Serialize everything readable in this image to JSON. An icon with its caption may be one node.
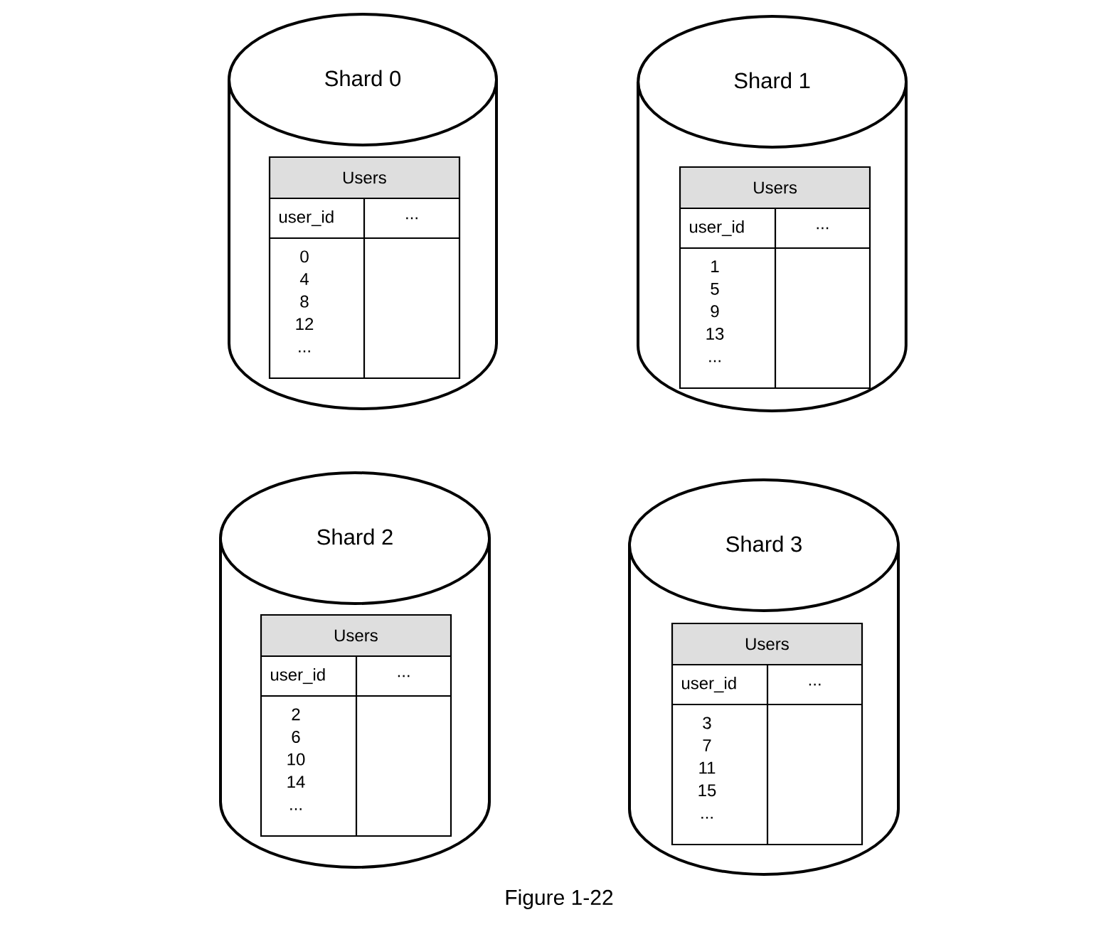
{
  "diagram": {
    "caption": "Figure 1-22",
    "nodes": [
      {
        "text": [
          "Shard 0"
        ]
      },
      {
        "text": [
          "Users",
          "user_id",
          "...",
          "0 4 8 12 ..."
        ],
        "in": 0
      },
      {
        "text": [
          "Shard 1"
        ]
      },
      {
        "text": [
          "Users",
          "user_id",
          "...",
          "1 5 9 13 ..."
        ],
        "in": 2
      },
      {
        "text": [
          "Shard 2"
        ]
      },
      {
        "text": [
          "Users",
          "user_id",
          "...",
          "2 6 10 14 ..."
        ],
        "in": 4
      },
      {
        "text": [
          "Shard 3"
        ]
      },
      {
        "text": [
          "Users",
          "user_id",
          "...",
          "3 7 11 15 ..."
        ],
        "in": 6
      }
    ]
  }
}
